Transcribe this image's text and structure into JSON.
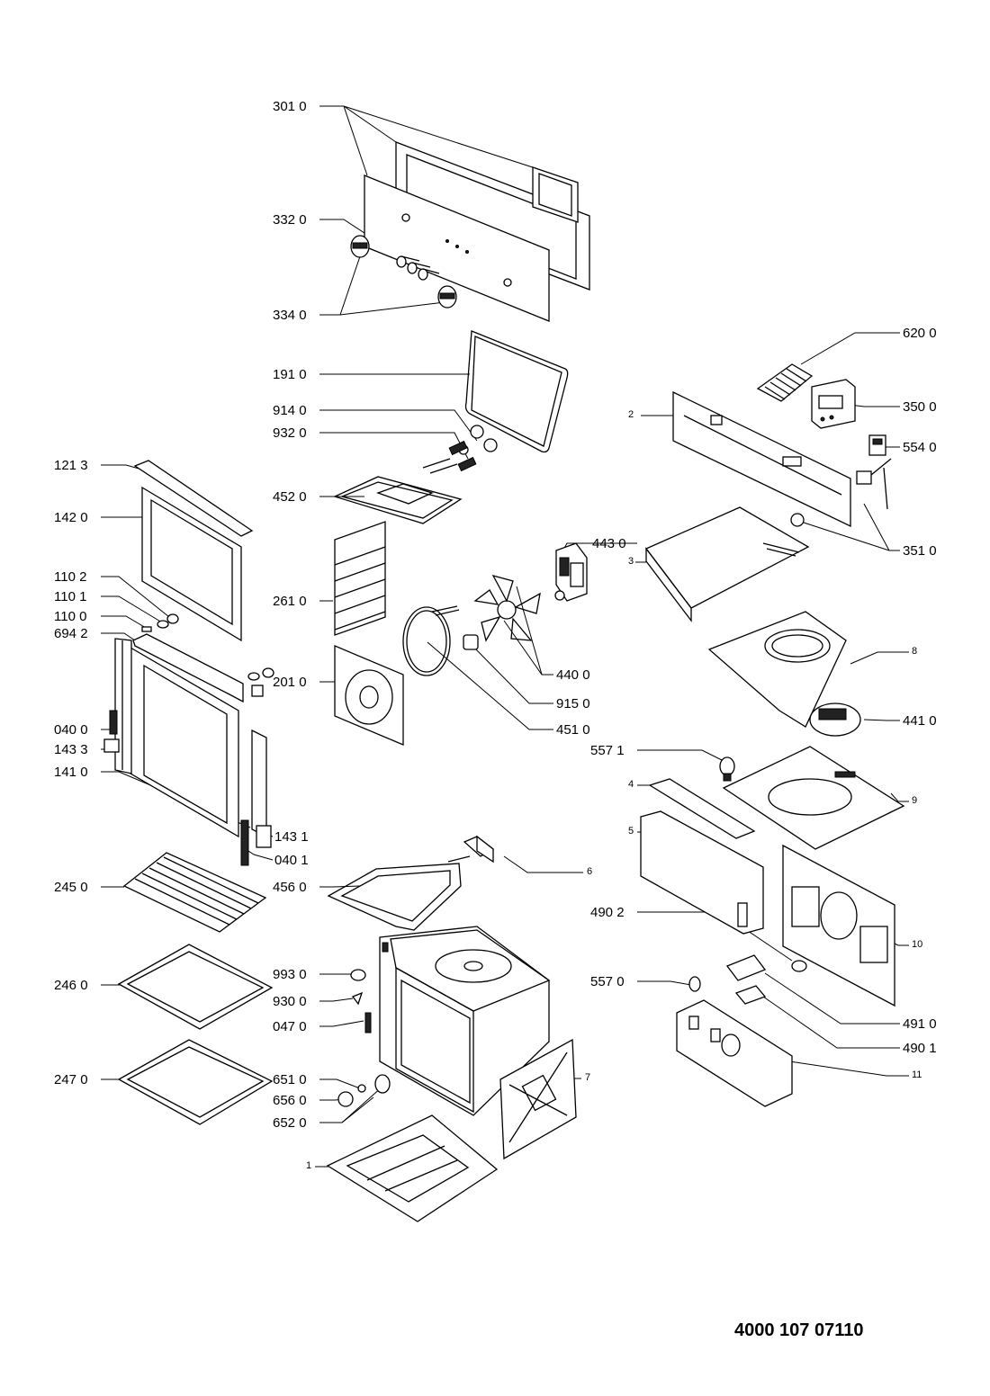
{
  "document": {
    "number": "4000 107 07110"
  },
  "labels": {
    "l3010": "301 0",
    "l3320": "332 0",
    "l3340": "334 0",
    "l1910": "191 0",
    "l9140": "914 0",
    "l9320": "932 0",
    "l1213": "121 3",
    "l4520": "452 0",
    "l1420": "142 0",
    "l1102": "110 2",
    "l1101": "110 1",
    "l1100": "110 0",
    "l6942": "694 2",
    "l2610": "261 0",
    "l2010": "201 0",
    "l0400": "040 0",
    "l1433": "143 3",
    "l1410": "141 0",
    "l1431": "143 1",
    "l0401": "040 1",
    "l2450": "245 0",
    "l4560": "456 0",
    "l2460": "246 0",
    "l9930": "993 0",
    "l9300": "930 0",
    "l0470": "047 0",
    "l2470": "247 0",
    "l6510": "651 0",
    "l6560": "656 0",
    "l6520": "652 0",
    "l1": "1",
    "l6200": "620 0",
    "l2": "2",
    "l3500": "350 0",
    "l5540": "554 0",
    "l3": "3",
    "l3510": "351 0",
    "l4430": "443 0",
    "l4400": "440 0",
    "l9150": "915 0",
    "l4510": "451 0",
    "l8": "8",
    "l4410": "441 0",
    "l5571": "557 1",
    "l4": "4",
    "l9": "9",
    "l5": "5",
    "l6": "6",
    "l4902": "490 2",
    "l10": "10",
    "l5570": "557 0",
    "l4910": "491 0",
    "l4901": "490 1",
    "l11": "11",
    "l7": "7"
  }
}
